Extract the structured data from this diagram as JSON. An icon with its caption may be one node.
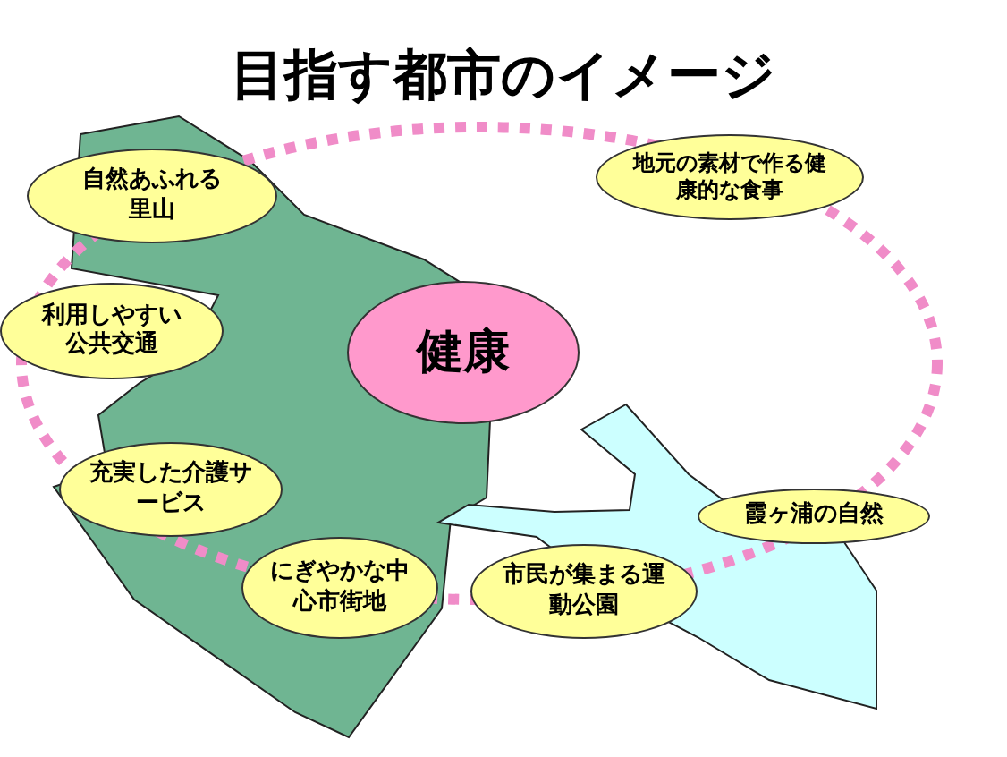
{
  "diagram": {
    "title": "目指す都市のイメージ",
    "nodes": [
      {
        "text": [
          "健康"
        ]
      },
      {
        "text": [
          "自然あふれる里山"
        ]
      },
      {
        "text": [
          "地元の素材で作る健康的な食事"
        ]
      },
      {
        "text": [
          "利用しやすい公共交通"
        ]
      },
      {
        "text": [
          "充実した介護サービス"
        ]
      },
      {
        "text": [
          "霞ヶ浦の自然"
        ]
      },
      {
        "text": [
          "にぎやかな中心市街地"
        ]
      },
      {
        "text": [
          "市民が集まる運動公園"
        ]
      }
    ]
  }
}
